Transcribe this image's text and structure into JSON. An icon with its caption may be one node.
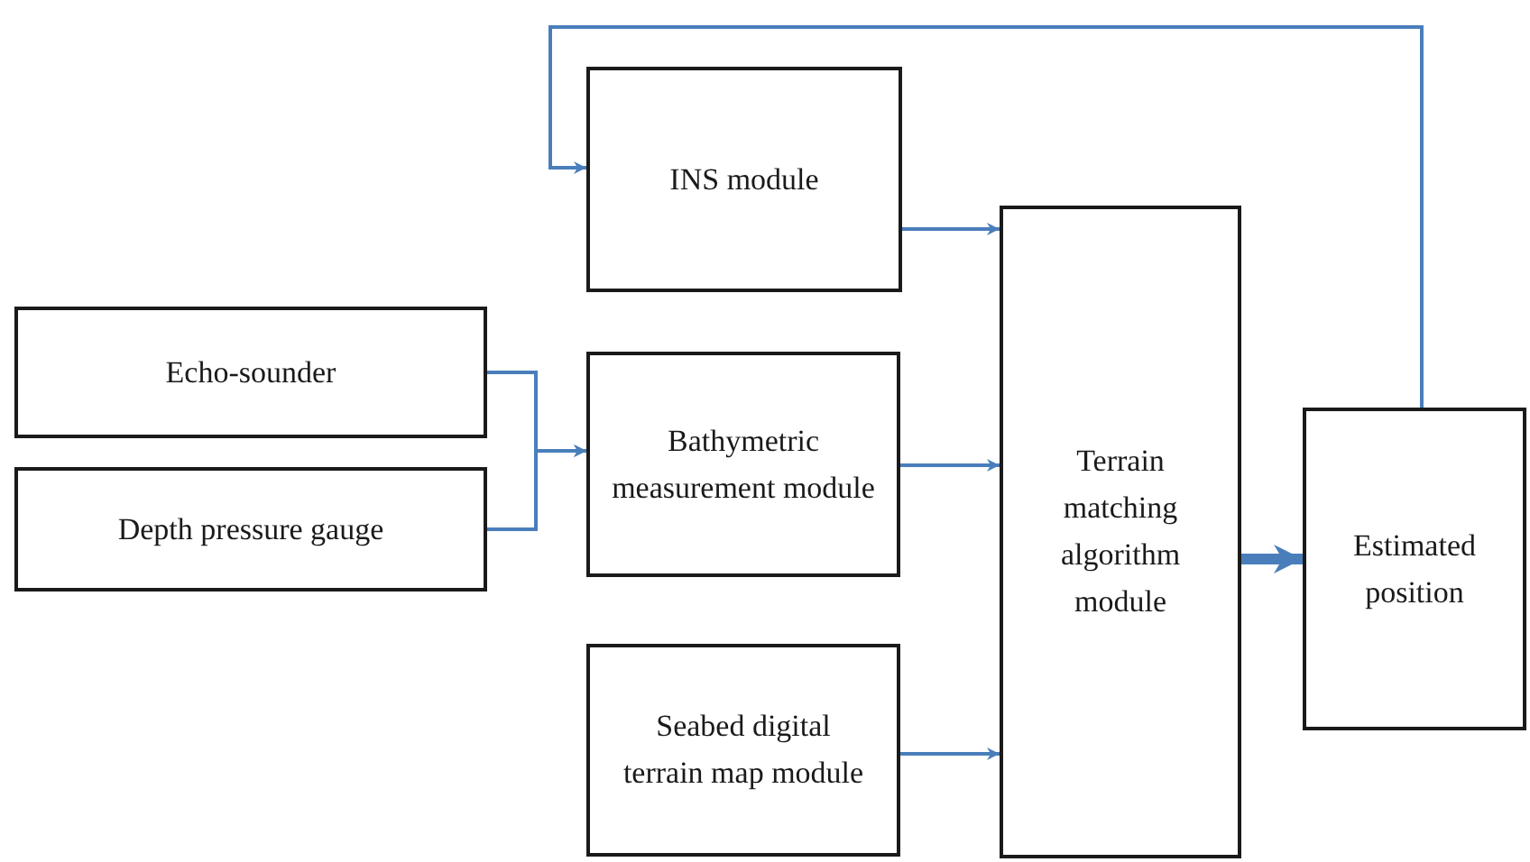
{
  "diagram": {
    "nodes": [
      {
        "text": [
          "Echo-sounder"
        ]
      },
      {
        "text": [
          "Depth pressure gauge"
        ]
      },
      {
        "text": [
          "INS module"
        ]
      },
      {
        "text": [
          "Bathymetric measurement module"
        ]
      },
      {
        "text": [
          "Seabed digital terrain map module"
        ]
      },
      {
        "text": [
          "Terrain matching algorithm module"
        ]
      },
      {
        "text": [
          "Estimated position"
        ]
      }
    ],
    "edges": [
      {
        "from": 0,
        "to": 3,
        "arrow": "to"
      },
      {
        "from": 1,
        "to": 3,
        "arrow": "to"
      },
      {
        "from": 2,
        "to": 5,
        "arrow": "to"
      },
      {
        "from": 3,
        "to": 5,
        "arrow": "to"
      },
      {
        "from": 4,
        "to": 5,
        "arrow": "to"
      },
      {
        "from": 5,
        "to": 6,
        "arrow": "to",
        "style": "thick"
      },
      {
        "from": 6,
        "to": 2,
        "arrow": "to"
      }
    ]
  }
}
